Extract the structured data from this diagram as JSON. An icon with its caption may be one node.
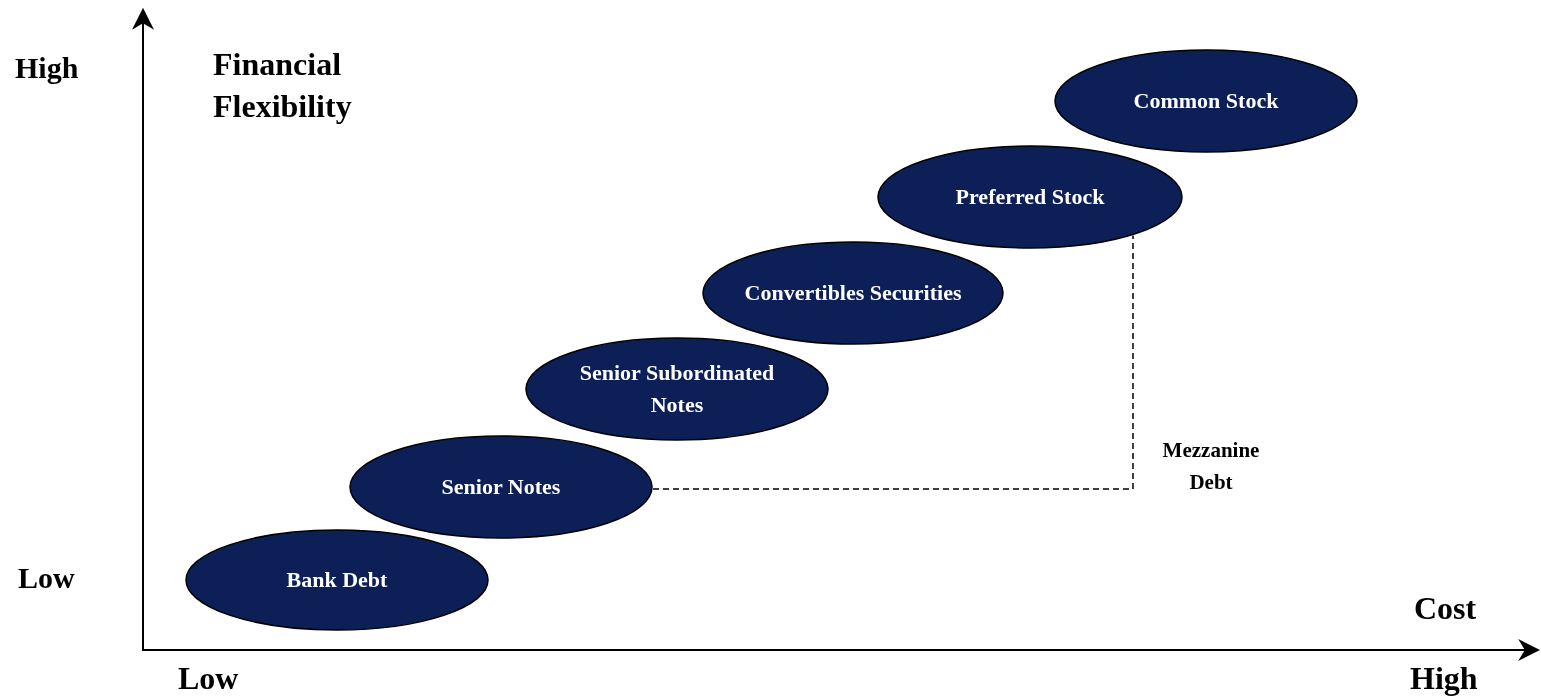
{
  "diagram": {
    "nodes": [
      {
        "text": [
          "Common Stock"
        ]
      },
      {
        "text": [
          "Preferred Stock"
        ]
      },
      {
        "text": [
          "Convertibles Securities"
        ]
      },
      {
        "text": [
          "Senior Subordinated Notes"
        ]
      },
      {
        "text": [
          "Senior Notes"
        ]
      },
      {
        "text": [
          "Bank Debt"
        ]
      }
    ],
    "edges": [
      {
        "from": 4,
        "to": 1,
        "arrow": "none",
        "style": "dashed",
        "label": "Mezzanine Debt"
      }
    ],
    "labels": [
      "High",
      "Financial Flexibility",
      "Low",
      "Cost",
      "Low",
      "High"
    ]
  }
}
